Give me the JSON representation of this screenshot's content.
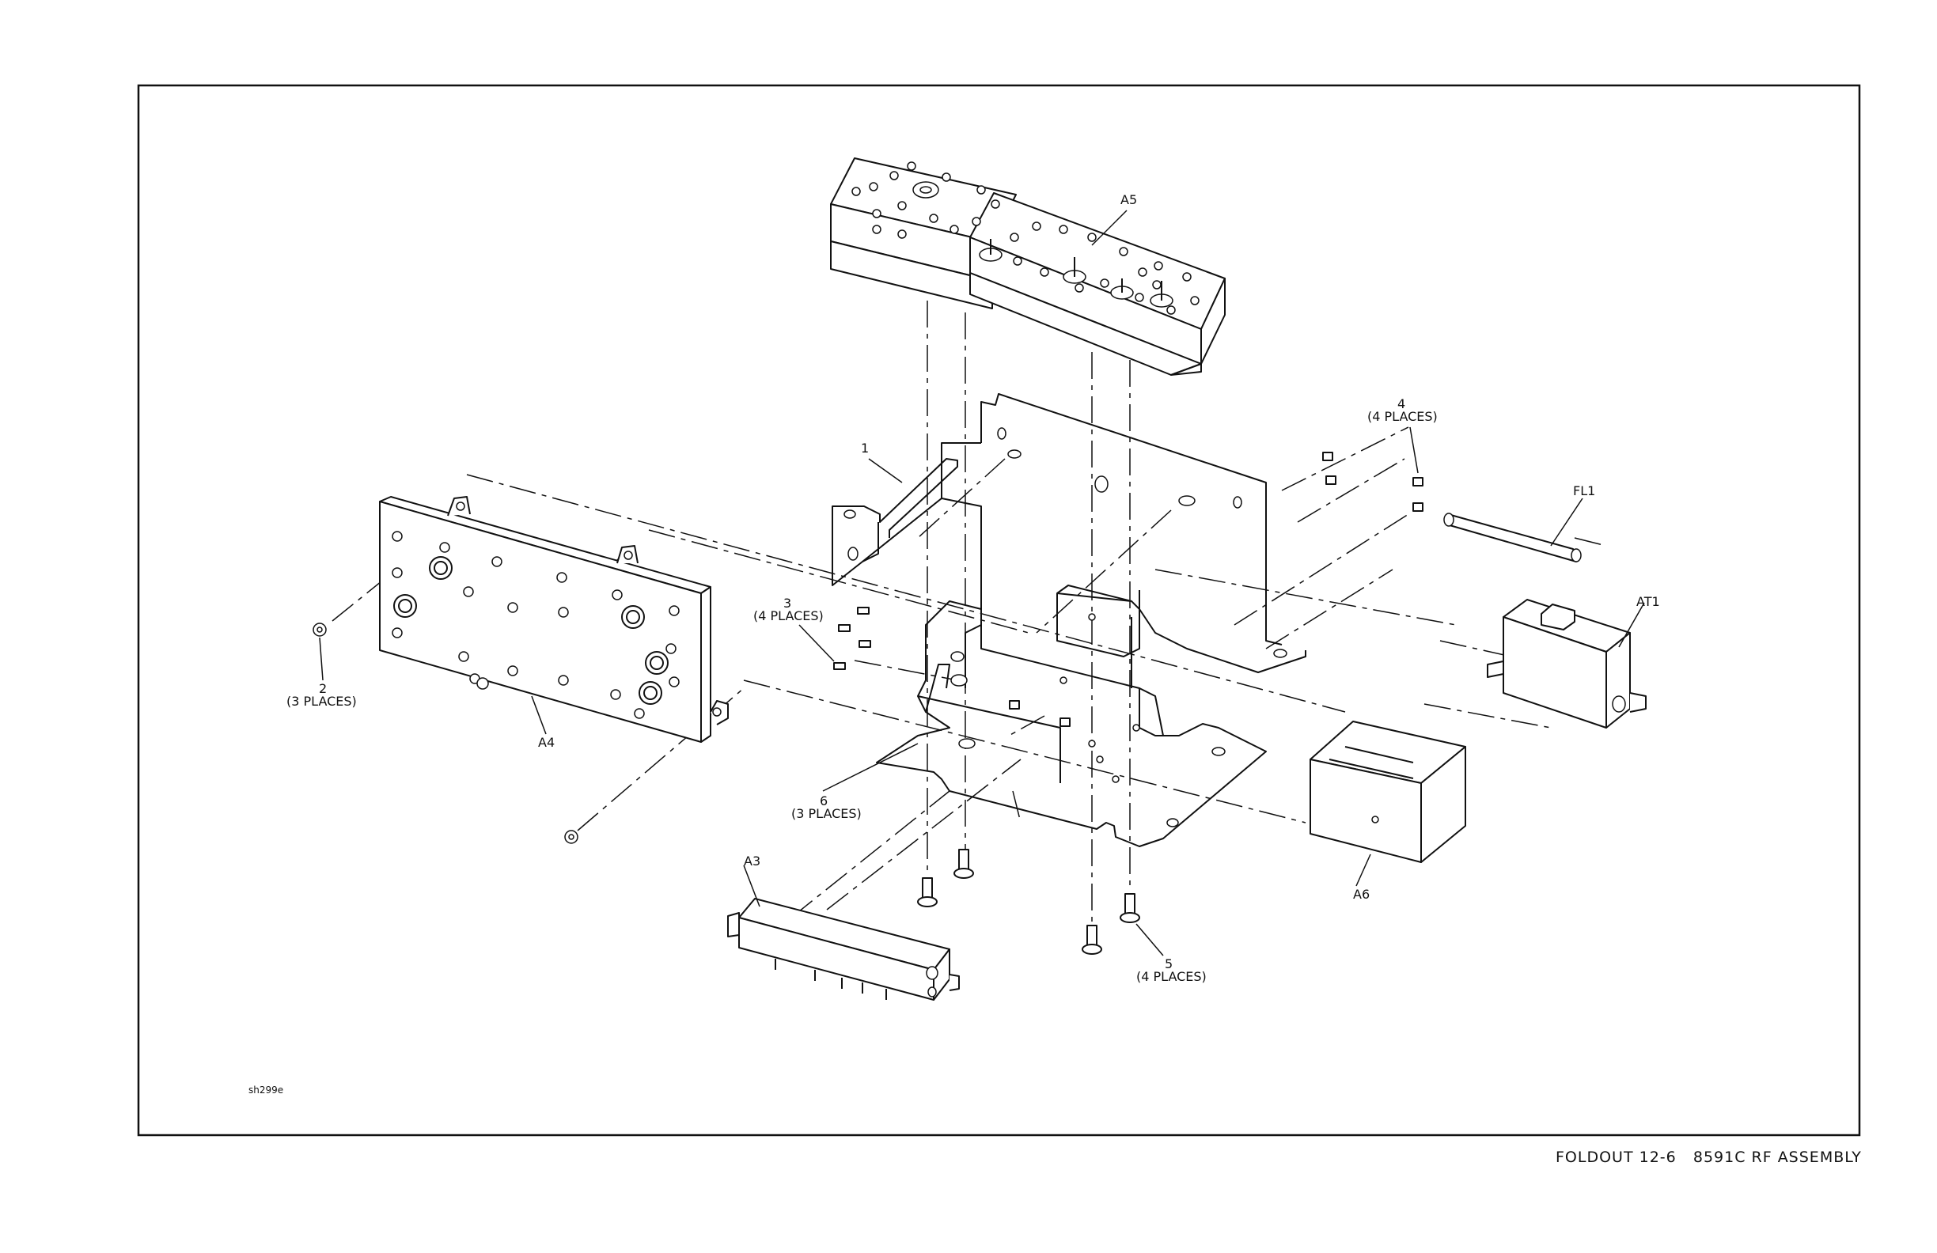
{
  "labels": {
    "a5": "A5",
    "a4": "A4",
    "a3": "A3",
    "a6": "A6",
    "at1": "AT1",
    "fl1": "FL1",
    "p1": "1",
    "p2": "2",
    "p2_places": "(3 PLACES)",
    "p3": "3",
    "p3_places": "(4 PLACES)",
    "p4": "4",
    "p4_places": "(4 PLACES)",
    "p5": "5",
    "p5_places": "(4 PLACES)",
    "p6": "6",
    "p6_places": "(3 PLACES)",
    "drawing_id": "sh299e"
  },
  "caption": {
    "foldout": "FOLDOUT 12-6",
    "title": "8591C RF ASSEMBLY"
  }
}
